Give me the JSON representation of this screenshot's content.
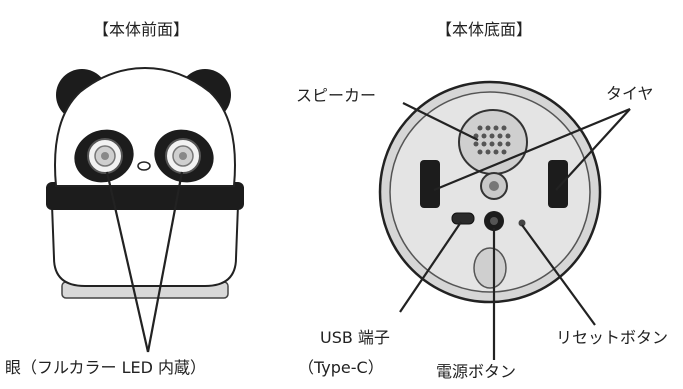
{
  "front": {
    "title": "【本体前面】",
    "eye_label": "眼（フルカラー LED 内蔵）"
  },
  "bottom": {
    "title": "【本体底面】",
    "speaker_label": "スピーカー",
    "tire_label": "タイヤ",
    "usb_label_line1": "USB 端子",
    "usb_label_line2": "（Type-C）",
    "power_label": "電源ボタン",
    "reset_label": "リセットボタン"
  }
}
